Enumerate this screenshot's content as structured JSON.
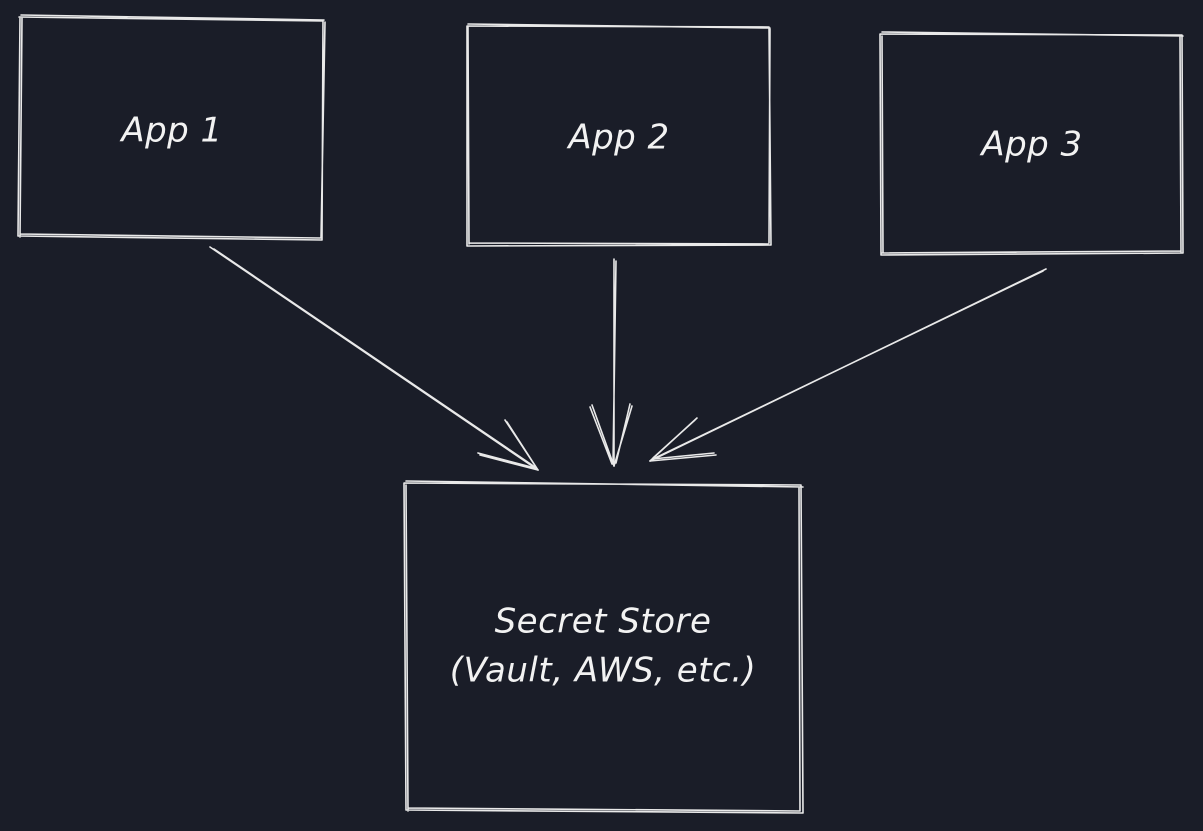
{
  "colors": {
    "background": "#1a1d28",
    "stroke": "#e9e9e9",
    "text": "#f2f2f2"
  },
  "nodes": {
    "app1": {
      "label": "App 1"
    },
    "app2": {
      "label": "App 2"
    },
    "app3": {
      "label": "App 3"
    },
    "store": {
      "line1": "Secret Store",
      "line2": "(Vault, AWS, etc.)"
    }
  },
  "edges": [
    {
      "from": "App 1",
      "to": "Secret Store"
    },
    {
      "from": "App 2",
      "to": "Secret Store"
    },
    {
      "from": "App 3",
      "to": "Secret Store"
    }
  ]
}
